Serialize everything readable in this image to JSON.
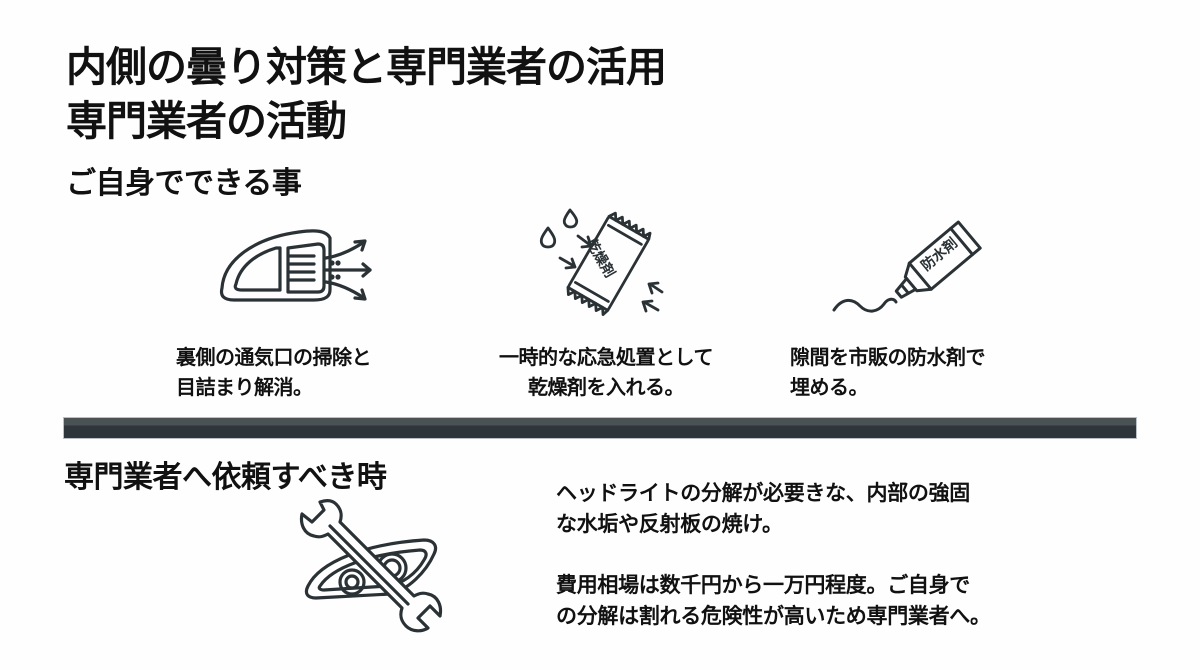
{
  "header": {
    "title_line1": "内側の曇り対策と専門業者の活用",
    "title_line2": "専門業者の活動",
    "subtitle": "ご自身でできる事"
  },
  "diy_tips": [
    {
      "icon": "headlight-vent-airflow-icon",
      "line1": "裏側の通気口の掃除と",
      "line2": "目詰まり解消。"
    },
    {
      "icon": "desiccant-packet-icon",
      "icon_label": "乾燥剤",
      "line1": "一時的な応急処置として",
      "line2": "乾燥剤を入れる。"
    },
    {
      "icon": "waterproof-sealant-tube-icon",
      "icon_label": "防水剤",
      "line1": "隙間を市販の防水剤で",
      "line2": "埋める。"
    }
  ],
  "professional": {
    "title": "専門業者へ依頼すべき時",
    "icon": "wrench-headlight-icon",
    "para1_line1": "ヘッドライトの分解が必要きな、内部の強固",
    "para1_line2": "な水垢や反射板の焼け。",
    "para2_line1": "費用相場は数千円から一万円程度。ご自身で",
    "para2_line2": "の分解は割れる危険性が高いため専門業者へ。"
  },
  "colors": {
    "ink": "#2b3236",
    "text": "#111111",
    "divider_top": "#4a5256",
    "divider_bottom": "#2e363b"
  }
}
